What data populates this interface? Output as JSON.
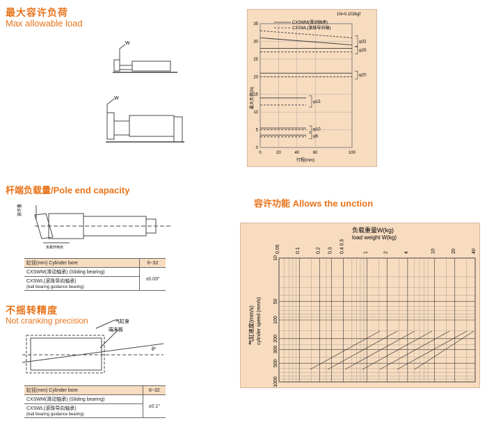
{
  "max_load": {
    "title_cn": "最大容许负荷",
    "title_en": "Max allowable load",
    "weight_label": "W",
    "unit_note": "1N≈0.102kgf",
    "legend_slide": "CXSWM(滑动轴承)",
    "legend_ball": "CXSWL(滚珠导向轴)",
    "ylabel": "最大负荷(N)",
    "xlabel": "行程(mm)",
    "yticks": [
      "35",
      "30",
      "25",
      "20",
      "15",
      "10",
      "5",
      "0"
    ],
    "xticks": [
      "0",
      "20",
      "40",
      "60",
      "100"
    ],
    "bore_labels": [
      "φ32",
      "φ25",
      "φ20",
      "φ15",
      "φ10",
      "φ6"
    ]
  },
  "chart_data": {
    "type": "line",
    "title": "最大容许负荷 Max allowable load",
    "xlabel": "行程(mm)",
    "ylabel": "最大负荷(N)",
    "xlim": [
      0,
      100
    ],
    "ylim": [
      0,
      35
    ],
    "series": [
      {
        "name": "φ32 CXSWM(滑动轴承)",
        "x": [
          0,
          100
        ],
        "y": [
          31,
          29
        ]
      },
      {
        "name": "φ32 CXSWL(滚珠导向轴)",
        "x": [
          0,
          100
        ],
        "y": [
          33,
          31
        ]
      },
      {
        "name": "φ25 CXSWM(滑动轴承)",
        "x": [
          0,
          100
        ],
        "y": [
          28,
          28
        ]
      },
      {
        "name": "φ25 CXSWL(滚珠导向轴)",
        "x": [
          0,
          100
        ],
        "y": [
          27,
          27
        ]
      },
      {
        "name": "φ20 CXSWM(滑动轴承)",
        "x": [
          0,
          100
        ],
        "y": [
          21,
          21
        ]
      },
      {
        "name": "φ20 CXSWL(滚珠导向轴)",
        "x": [
          0,
          100
        ],
        "y": [
          20,
          20
        ]
      },
      {
        "name": "φ15 CXSWM(滑动轴承)",
        "x": [
          0,
          50
        ],
        "y": [
          14,
          14
        ]
      },
      {
        "name": "φ15 CXSWL(滚珠导向轴)",
        "x": [
          0,
          50
        ],
        "y": [
          12,
          12
        ]
      },
      {
        "name": "φ10 CXSWM(滑动轴承)",
        "x": [
          0,
          50
        ],
        "y": [
          5.5,
          5.5
        ]
      },
      {
        "name": "φ10 CXSWL(滚珠导向轴)",
        "x": [
          0,
          50
        ],
        "y": [
          5,
          5
        ]
      },
      {
        "name": "φ6 CXSWM(滑动轴承)",
        "x": [
          0,
          50
        ],
        "y": [
          3.5,
          3.5
        ]
      },
      {
        "name": "φ6 CXSWL(滚珠导向轴)",
        "x": [
          0,
          50
        ],
        "y": [
          3,
          3
        ]
      }
    ]
  },
  "pole_end": {
    "title": "杆端负载量/Pole end capacity",
    "side_label": "容许量",
    "dim_label": "负载作用点",
    "table": {
      "header_label": "缸径(mm)",
      "header_en": "Cylinder bore",
      "header_value": "6~32",
      "row1_label": "CXSWM(滑动轴承)",
      "row1_en": "(Sliding bearing)",
      "row2_label": "CXSWL(滚珠导向轴承)",
      "row2_en": "(ball bearing guidance bearing)",
      "value": "±0.03°"
    }
  },
  "precision": {
    "title_cn": "不摇转精度",
    "title_en": "Not cranking precision",
    "label_cylinder": "气缸身",
    "label_plate": "端末板",
    "label_angle": "θ°",
    "table": {
      "header_label": "缸径(mm)",
      "header_en": "Cylinder bore",
      "header_value": "6~32",
      "row1_label": "CXSWM(滑动轴承)",
      "row1_en": "(Sliding bearing)",
      "row2_label": "CXSWL(滚珠导向轴承)",
      "row2_en": "(ball bearing guidance bearing)",
      "value": "±0.1°"
    }
  },
  "function": {
    "title": "容许功能 Allows the unction",
    "top_label_cn": "负载重量W(kg)",
    "top_label_en": "load weight W(kg)",
    "side_label_cn": "气缸速度(mm/s)",
    "side_label_en": "cylinder speed (mm/s)",
    "weight_ticks": [
      "0.05",
      "0.1",
      "0.2",
      "0.3",
      "0.4 0.5",
      "1",
      "2",
      "4",
      "10",
      "20",
      "40"
    ],
    "speed_ticks": [
      "10",
      "50",
      "100",
      "200",
      "300",
      "500",
      "1000"
    ]
  }
}
